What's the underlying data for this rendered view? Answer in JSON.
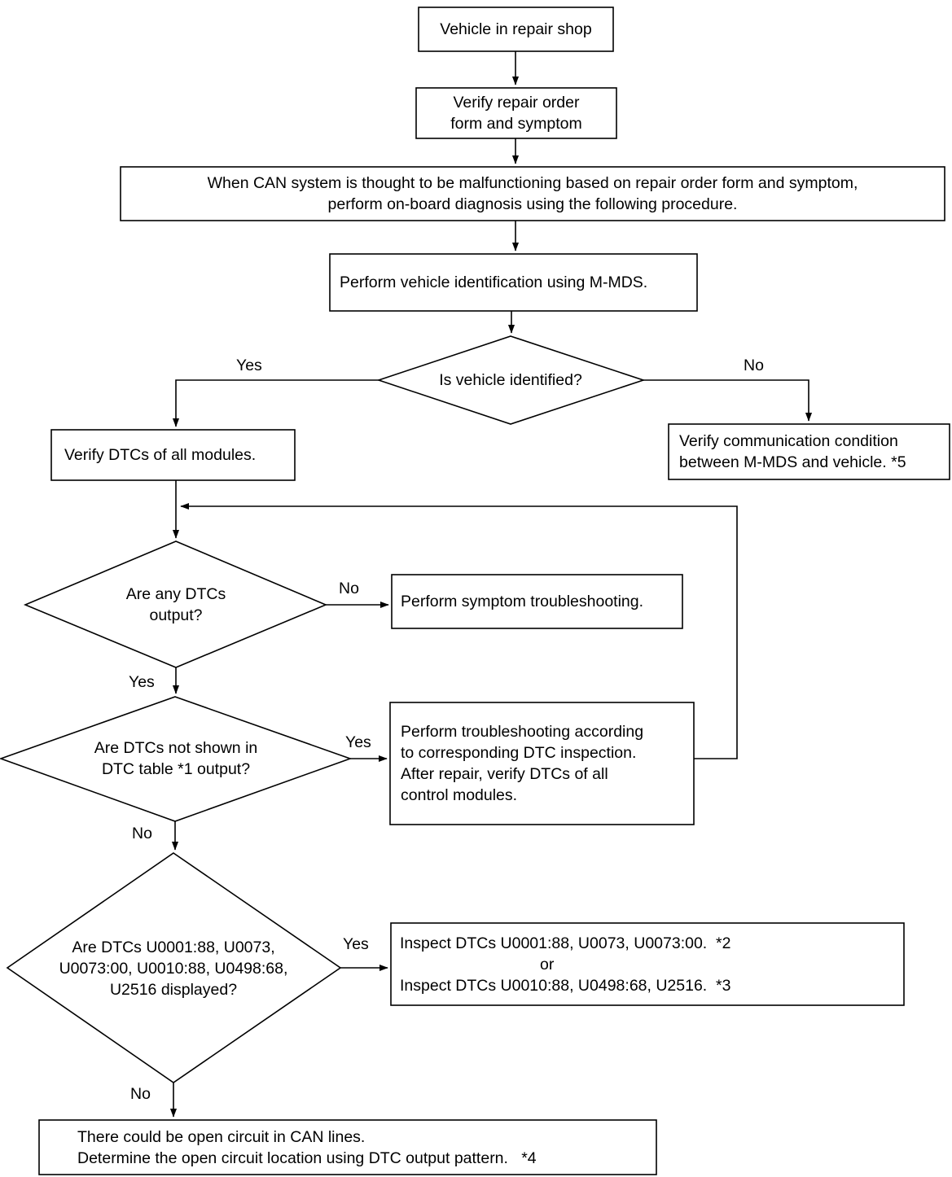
{
  "diagram": {
    "title": "CAN system on-board diagnosis flowchart",
    "colors": {
      "stroke": "#000000",
      "fill": "#ffffff",
      "text": "#000000"
    },
    "nodes": {
      "vehicle_in_repair_shop": {
        "shape": "process",
        "text": "Vehicle in repair shop"
      },
      "verify_repair_order": {
        "shape": "process",
        "line1": "Verify repair order",
        "line2": "form and symptom"
      },
      "can_malfunction_note": {
        "shape": "process",
        "line1": "When CAN system is thought to be malfunctioning based on repair order form and symptom,",
        "line2": "perform on-board diagnosis using the following procedure."
      },
      "perform_vehicle_identification": {
        "shape": "process",
        "text": "Perform vehicle identification using M-MDS."
      },
      "is_vehicle_identified": {
        "shape": "decision",
        "text": "Is vehicle identified?"
      },
      "verify_dtcs_all_modules": {
        "shape": "process",
        "text": "Verify DTCs of all modules."
      },
      "verify_communication_condition": {
        "shape": "process",
        "line1": "Verify communication condition",
        "line2": "between M-MDS and vehicle. *5"
      },
      "are_any_dtcs_output": {
        "shape": "decision",
        "line1": "Are any DTCs",
        "line2": "output?"
      },
      "perform_symptom_troubleshooting": {
        "shape": "process",
        "text": "Perform symptom troubleshooting."
      },
      "are_dtcs_not_shown": {
        "shape": "decision",
        "line1": "Are DTCs not shown in",
        "line2": "DTC table *1 output?"
      },
      "perform_troubleshooting_dtc": {
        "shape": "process",
        "line1": "Perform troubleshooting according",
        "line2": "to corresponding DTC inspection.",
        "line3": "After repair, verify DTCs of all",
        "line4": "control modules."
      },
      "are_dtcs_displayed": {
        "shape": "decision",
        "line1": "Are DTCs U0001:88, U0073,",
        "line2": "U0073:00, U0010:88, U0498:68,",
        "line3": "U2516 displayed?"
      },
      "inspect_dtcs": {
        "shape": "process",
        "line1": "Inspect DTCs U0001:88, U0073, U0073:00.  *2",
        "line2": "or",
        "line3": "Inspect DTCs U0010:88, U0498:68, U2516.  *3"
      },
      "open_circuit_conclusion": {
        "shape": "process",
        "line1": "There could be open circuit in CAN lines.",
        "line2": "Determine the open circuit location using DTC output pattern.   *4"
      }
    },
    "edge_labels": {
      "identified_yes": "Yes",
      "identified_no": "No",
      "any_dtcs_no": "No",
      "any_dtcs_yes": "Yes",
      "not_shown_yes": "Yes",
      "not_shown_no": "No",
      "displayed_yes": "Yes",
      "displayed_no": "No"
    }
  }
}
